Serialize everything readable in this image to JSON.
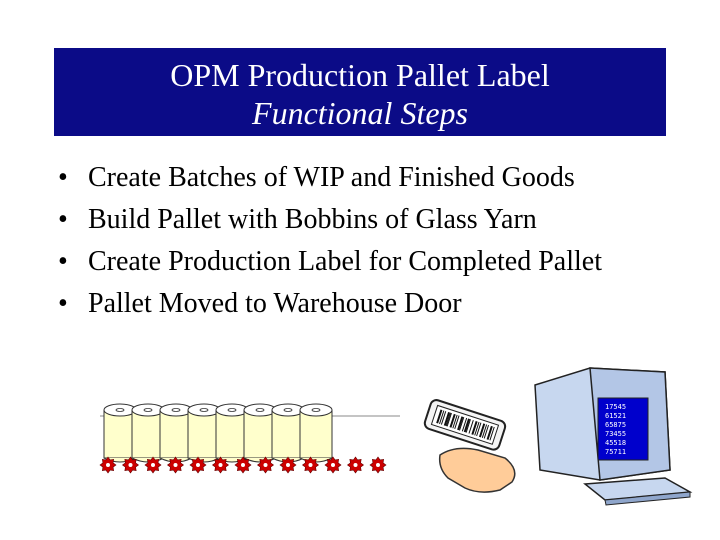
{
  "title": {
    "line1": "OPM Production Pallet Label",
    "line2": "Functional Steps"
  },
  "bullets": [
    "Create Batches of WIP and Finished Goods",
    "Build Pallet with Bobbins of Glass Yarn",
    "Create Production Label for Completed Pallet",
    "Pallet Moved to Warehouse Door"
  ],
  "bullet_symbol": "•",
  "terminal_lines": [
    "17545",
    "61521",
    "65875",
    "73455",
    "45518",
    "75711"
  ],
  "colors": {
    "title_bg": "#0b0b87",
    "title_text": "#ffffff",
    "bobbin": "#ffffcc",
    "gear": "#cc0000",
    "monitor": "#c7d7ef",
    "screen": "#0000cc",
    "hand": "#ffcc99"
  },
  "icons": [
    "bobbin-icon",
    "gear-icon",
    "barcode-scanner-icon",
    "computer-terminal-icon"
  ]
}
